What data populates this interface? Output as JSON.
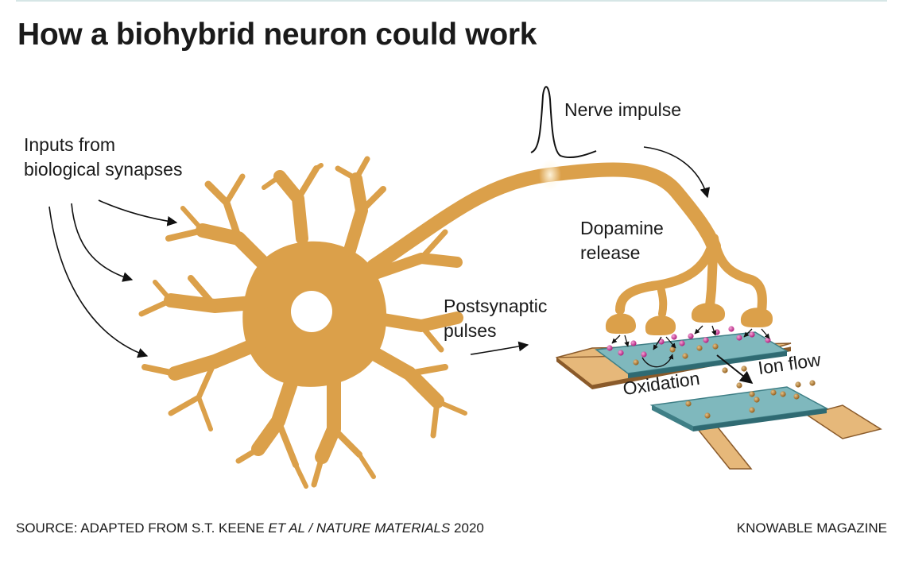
{
  "title": "How a biohybrid neuron could work",
  "labels": {
    "inputs": [
      "Inputs from",
      "biological synapses"
    ],
    "nerve_impulse": "Nerve impulse",
    "dopamine": [
      "Dopamine",
      "release"
    ],
    "postsynaptic": [
      "Postsynaptic",
      "pulses"
    ],
    "oxidation": "Oxidation",
    "ion_flow": "Ion flow"
  },
  "footer": {
    "source_prefix": "SOURCE: ADAPTED FROM S.T. KEENE ",
    "source_authors_italic": "ET AL",
    "source_separator": " / ",
    "source_journal_italic": "NATURE MATERIALS",
    "source_year": " 2020",
    "credit": "KNOWABLE MAGAZINE"
  },
  "colors": {
    "neuron": "#dba04a",
    "electrode_gold": "#e6b87a",
    "electrode_edge": "#8a5a2a",
    "channel": "#7fb8bd",
    "channel_edge": "#3f7f86",
    "dopamine": "#c2368f",
    "oxidized": "#b07a30",
    "arrow": "#111111"
  }
}
